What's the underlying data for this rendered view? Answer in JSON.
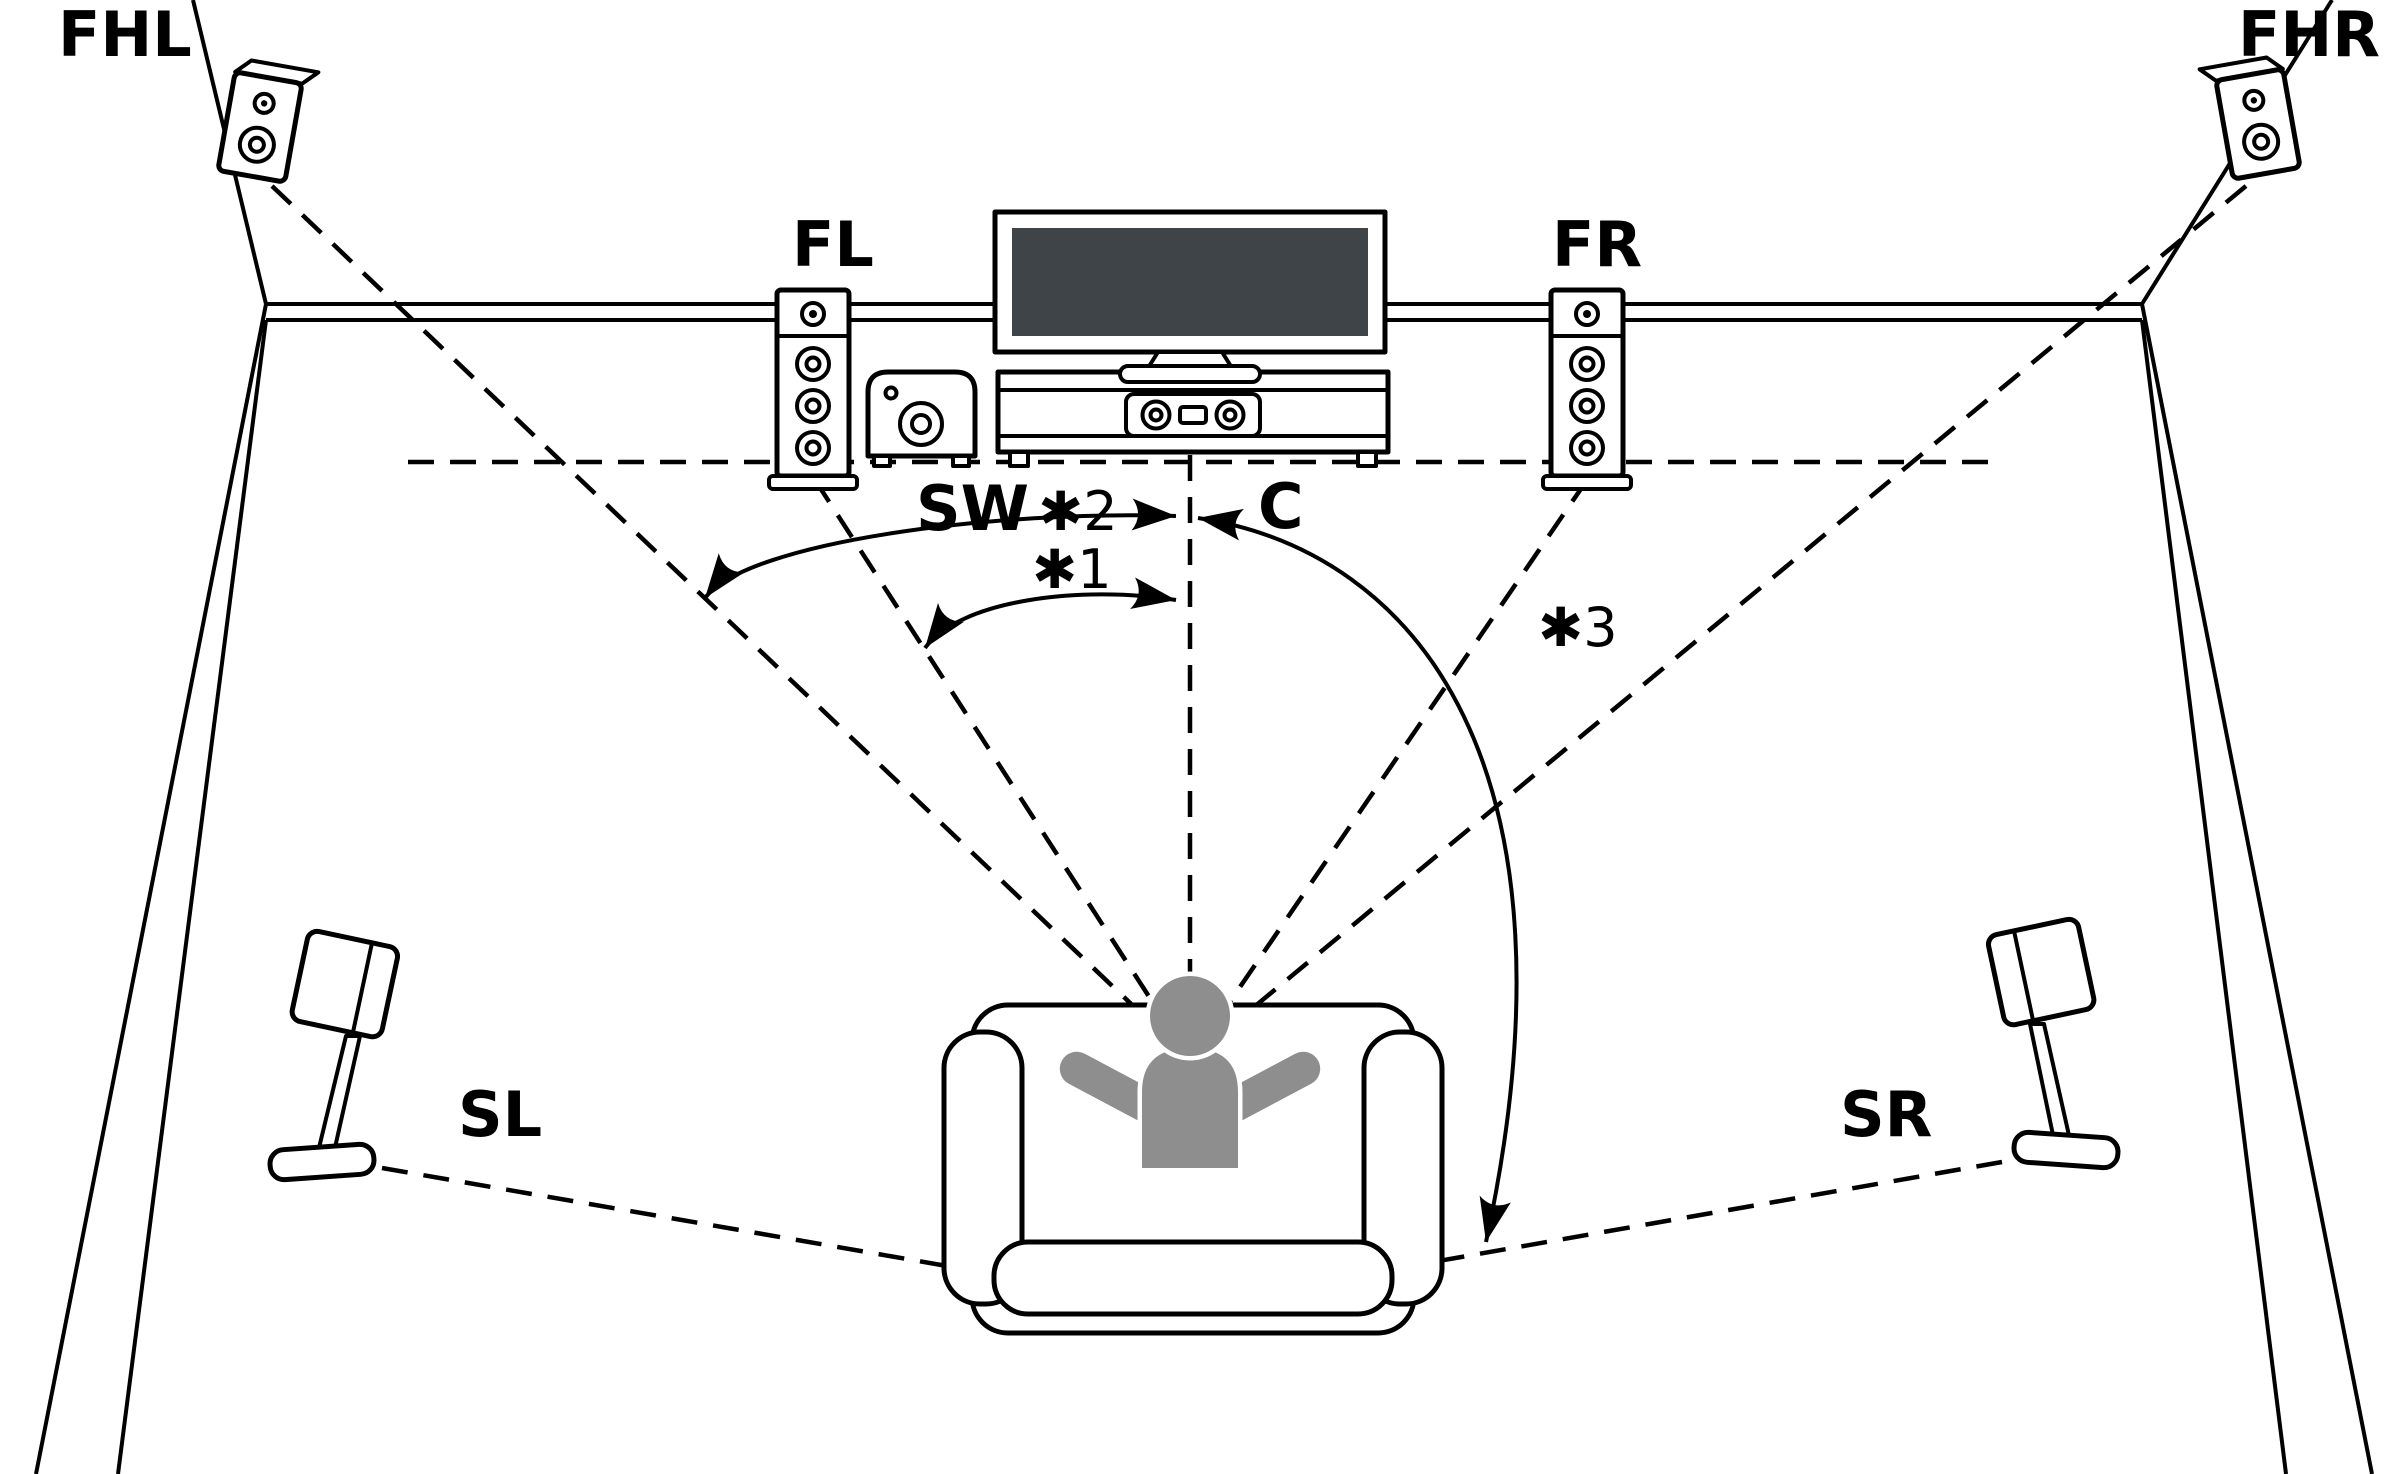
{
  "diagram": {
    "speaker_labels": {
      "front_height_left": "FHL",
      "front_height_right": "FHR",
      "front_left": "FL",
      "front_right": "FR",
      "subwoofer": "SW",
      "center": "C",
      "surround_left": "SL",
      "surround_right": "SR"
    },
    "annotations": {
      "note1": "✱1",
      "note2": "✱2",
      "note3": "✱3"
    },
    "colors": {
      "line": "#000000",
      "background": "#ffffff",
      "person": "#8e8e8e",
      "tv_screen": "#3e4448"
    }
  }
}
